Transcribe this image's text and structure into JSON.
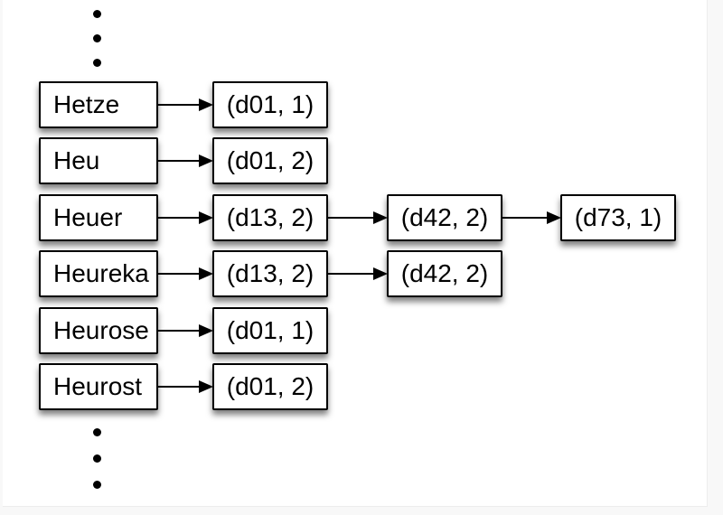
{
  "diagram": {
    "rows": [
      {
        "term": "Hetze",
        "postings": [
          "(d01, 1)"
        ]
      },
      {
        "term": "Heu",
        "postings": [
          "(d01, 2)"
        ]
      },
      {
        "term": "Heuer",
        "postings": [
          "(d13, 2)",
          "(d42, 2)",
          "(d73, 1)"
        ]
      },
      {
        "term": "Heureka",
        "postings": [
          "(d13, 2)",
          "(d42, 2)"
        ]
      },
      {
        "term": "Heurose",
        "postings": [
          "(d01, 1)"
        ]
      },
      {
        "term": "Heurost",
        "postings": [
          "(d01, 2)"
        ]
      }
    ],
    "icons": {
      "top_ellipsis": "vertical-ellipsis-icon",
      "bottom_ellipsis": "vertical-ellipsis-icon",
      "arrow": "arrow-right-icon"
    },
    "colors": {
      "box_fill": "#ffffff",
      "box_border": "#000000",
      "text": "#000000",
      "shadow": "rgba(0,0,0,0.5)",
      "page_background": "#ffffff",
      "outer_background": "#f8f8f8"
    }
  }
}
